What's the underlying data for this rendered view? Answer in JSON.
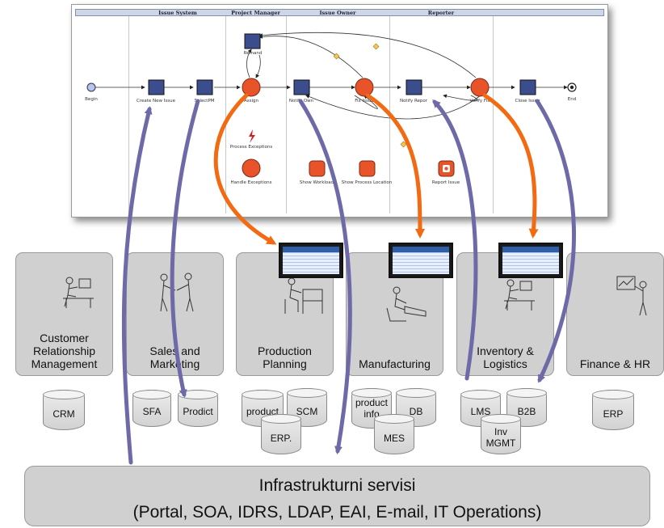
{
  "workflow": {
    "lanes": [
      "Issue System",
      "Project Manager",
      "Issue Owner",
      "Reporter"
    ],
    "nodes": {
      "begin": "Begin",
      "create": "Create New Issue",
      "select": "SelectPM",
      "remand": "Remand",
      "assign": "Assign",
      "notify_owner": "Notify Own",
      "fix": "Fix Issue",
      "notify_reporter": "Notify Repor",
      "verify": "Verify Fix",
      "close": "Close Issue",
      "end": "End",
      "process_exceptions": "Process Exceptions",
      "handle_exceptions": "Handle Exceptions",
      "show_workload": "Show Workload",
      "show_process_location": "Show Process Location",
      "report_issue": "Report Issue"
    }
  },
  "panels": [
    {
      "label": "Customer\nRelationship\nManagement"
    },
    {
      "label": "Sales and\nMarketing"
    },
    {
      "label": "Production\nPlanning"
    },
    {
      "label": "Manufacturing"
    },
    {
      "label": "Inventory &\nLogistics"
    },
    {
      "label": "Finance & HR"
    }
  ],
  "databases": {
    "crm": "CRM",
    "sfa": "SFA",
    "prodict": "Prodict",
    "product": "product",
    "scm": "SCM",
    "erp_dot": "ERP.",
    "product_info": "product\ninfo",
    "db": "DB",
    "mes": "MES",
    "lms": "LMS",
    "b2b": "B2B",
    "inv": "Inv\nMGMT",
    "erp": "ERP"
  },
  "infrastructure": {
    "title": "Infrastrukturni servisi",
    "subtitle": "(Portal, SOA, IDRS, LDAP, EAI, E-mail, IT Operations)"
  },
  "colors": {
    "arrow_purple": "#6e6aa8",
    "arrow_orange": "#f26a12",
    "node_blue": "#3b4d8c",
    "node_red": "#e8532a"
  }
}
